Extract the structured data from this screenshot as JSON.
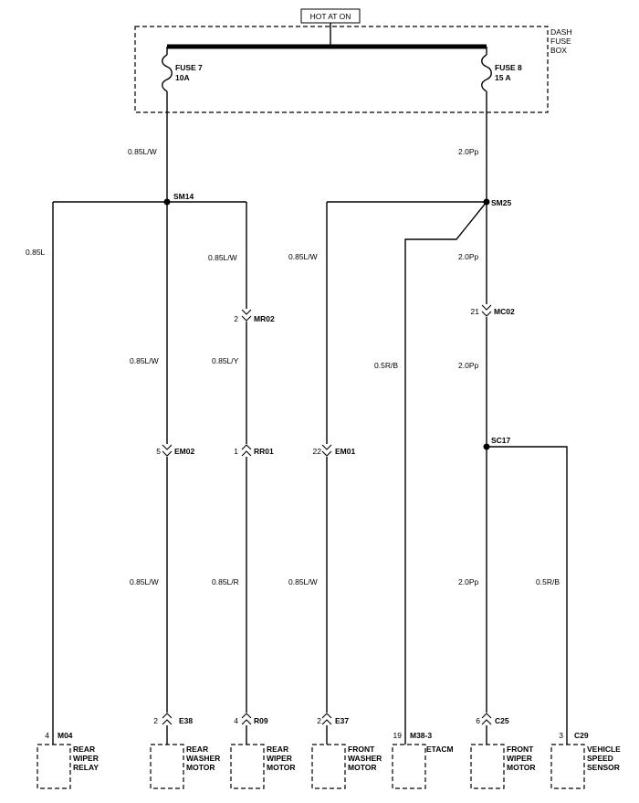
{
  "header": {
    "hot_at": "HOT AT ON",
    "fuse_box_line1": "DASH",
    "fuse_box_line2": "FUSE",
    "fuse_box_line3": "BOX"
  },
  "fuses": [
    {
      "name": "FUSE 7",
      "rating": "10A"
    },
    {
      "name": "FUSE 8",
      "rating": "15 A"
    }
  ],
  "splices": [
    "SM14",
    "SM25",
    "SC17"
  ],
  "wires": {
    "fuse7_out": "0.85L/W",
    "fuse8_out": "2.0Pp",
    "rear_relay": "0.85L",
    "sm14_to_mr02": "0.85L/W",
    "sm14_to_em02": "0.85L/W",
    "mr02_to_rr01": "0.85L/Y",
    "em02_to_e38": "0.85L/W",
    "rr01_to_r09": "0.85L/R",
    "sm25_to_em01": "0.85L/W",
    "em01_to_e37": "0.85L/W",
    "sm25_to_mc02": "2.0Pp",
    "etacm": "0.5R/B",
    "mc02_to_sc17": "2.0Pp",
    "sc17_to_c25": "2.0Pp",
    "sc17_to_c29": "0.5R/B"
  },
  "inline_connectors": [
    {
      "pin": "2",
      "name": "MR02"
    },
    {
      "pin": "21",
      "name": "MC02"
    },
    {
      "pin": "5",
      "name": "EM02"
    },
    {
      "pin": "1",
      "name": "RR01"
    },
    {
      "pin": "22",
      "name": "EM01"
    }
  ],
  "components": [
    {
      "pin": "4",
      "connector": "M04",
      "label": [
        "REAR",
        "WIPER",
        "RELAY"
      ]
    },
    {
      "pin": "2",
      "connector": "E38",
      "label": [
        "REAR",
        "WASHER",
        "MOTOR"
      ]
    },
    {
      "pin": "4",
      "connector": "R09",
      "label": [
        "REAR",
        "WIPER",
        "MOTOR"
      ]
    },
    {
      "pin": "2",
      "connector": "E37",
      "label": [
        "FRONT",
        "WASHER",
        "MOTOR"
      ]
    },
    {
      "pin": "19",
      "connector": "M38-3",
      "label": [
        "ETACM"
      ]
    },
    {
      "pin": "6",
      "connector": "C25",
      "label": [
        "FRONT",
        "WIPER",
        "MOTOR"
      ]
    },
    {
      "pin": "3",
      "connector": "C29",
      "label": [
        "VEHICLE",
        "SPEED",
        "SENSOR"
      ]
    }
  ]
}
